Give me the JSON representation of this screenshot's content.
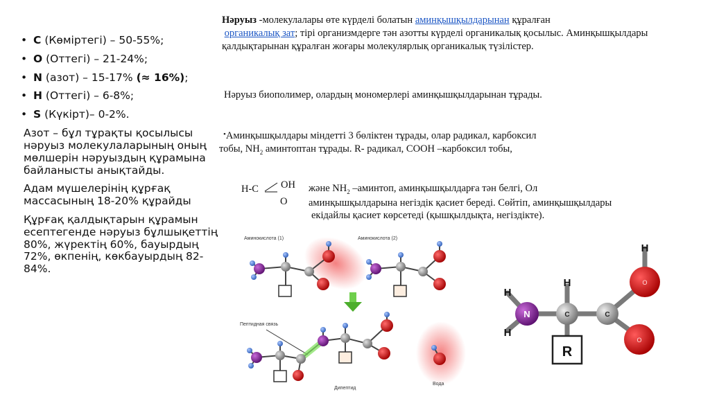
{
  "left": {
    "items": [
      {
        "sym": "C",
        "text": " (Көміртегі) – 50-55%;"
      },
      {
        "sym": "O",
        "text": " (Оттегі) – 21-24%;"
      },
      {
        "sym": "N",
        "text": " (азот) – 15-17% ",
        "bold_tail": "(≈ 16%)",
        "tail": ";"
      },
      {
        "sym": "H",
        "text": " (Оттегі) – 6-8%;"
      },
      {
        "sym": "S",
        "text": " (Күкірт)– 0-2%."
      }
    ],
    "para1": "Азот – бұл тұрақты қосылысы нәруыз молекулаларының оның мөлшерін нәруыздың құрамына байланысты анықтайды.",
    "para2": "Адам мүшелерінің құрғақ массасының 18-20% құрайды",
    "para3": "Құрғақ қалдықтарын құрамын есептегенде нәруыз бұлшықеттің 80%, жүректің 60%, бауырдың 72%, өкпенің, көкбауырдың 82-84%."
  },
  "def": {
    "term": "Нәруыз",
    "t1": " -молекулалары өте күрделі болатын ",
    "link1": "аминқышқылдарынан",
    "t2": "  құралған",
    "link2": "органикалық зат",
    "t3": "; тірі организмдерге тән азотты күрделі органикалық қосылыс. Аминқышқылдары қалдықтарынан құралған жоғары молекулярлық органикалық түзілістер."
  },
  "biopolymer": "Нәруыз биополимер, олардың мономерлері аминқышқылдарынан тұрады.",
  "parts": {
    "bullet": "•",
    "l1": "Аминқышқылдары міндетті 3 бөліктен тұрады, олар радикал, карбоксил",
    "l2a": "тобы, NH",
    "l2sub": "2",
    "l2b": " аминтоптан тұрады. R- радикал, COOH –карбоксил тобы,"
  },
  "formula": {
    "hc": "H-C",
    "oh": "OH",
    "o": "O"
  },
  "amine": {
    "l1a": "және NH",
    "l1sub": "2",
    "l1b": " –аминтоп, аминқышқылдарға тән  белгі, Ол",
    "l2": "аминқышқылдарына негіздік қасиет береді. Сөйтіп, аминқышқылдары",
    "l3": "екідайлы қасиет көрсетеді (қышқылдықта, негіздікте)."
  },
  "reaction": {
    "aa1": "Аминокислота (1)",
    "aa2": "Аминокислота (2)",
    "bond": "Пептидная связь",
    "dipeptide": "Дипептид",
    "water": "Вода"
  },
  "atoms": {
    "H": "H",
    "N": "N",
    "C": "C",
    "O": "O",
    "R": "R"
  },
  "colors": {
    "N": "#7a1e8f",
    "O": "#d10d0d",
    "C": "#9a9a9a",
    "link": "#1a55c4"
  }
}
